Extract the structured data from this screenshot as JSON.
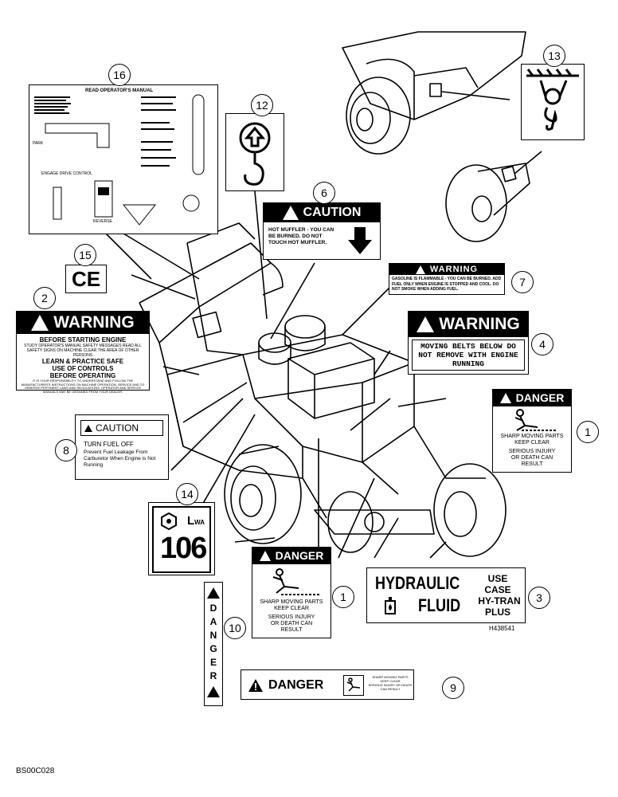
{
  "callouts": {
    "c1a": "1",
    "c1b": "1",
    "c2": "2",
    "c3": "3",
    "c4": "4",
    "c6": "6",
    "c7": "7",
    "c8": "8",
    "c9": "9",
    "c10": "10",
    "c12": "12",
    "c13": "13",
    "c14": "14",
    "c15": "15",
    "c16": "16"
  },
  "decal_16": {
    "title": "READ OPERATOR'S MANUAL",
    "park": "PARK",
    "reverse": "REVERSE",
    "drive_control": "ENGAGE DRIVE CONTROL"
  },
  "decal_6": {
    "header": "CAUTION",
    "text": "HOT MUFFLER - YOU CAN BE BURNED. DO NOT TOUCH HOT MUFFLER."
  },
  "decal_7": {
    "header": "WARNING",
    "text": "GASOLINE IS FLAMMABLE - YOU CAN BE BURNED. ADD FUEL ONLY WHEN ENGINE IS STOPPED AND COOL. DO NOT SMOKE WHEN ADDING FUEL."
  },
  "decal_2": {
    "header": "WARNING",
    "line1": "BEFORE STARTING ENGINE",
    "line2": "STUDY OPERATOR'S MANUAL SAFETY MESSAGES READ ALL SAFETY SIGNS ON MACHINE CLEAR THE AREA OF OTHER PERSONS",
    "line3": "LEARN & PRACTICE SAFE USE OF CONTROLS BEFORE OPERATING",
    "line4": "IT IS YOUR RESPONSIBILITY TO UNDERSTAND AND FOLLOW THE MANUFACTURER'S INSTRUCTIONS ON MACHINE OPERATION, SERVICE AND TO OBSERVE PERTINENT LAWS AND REGULATIONS. OPERATOR AND SERVICE MANUALS MAY BE OBTAINED FROM YOUR DEALER."
  },
  "decal_4": {
    "header": "WARNING",
    "text": "MOVING BELTS BELOW DO NOT REMOVE WITH ENGINE RUNNING"
  },
  "decal_1a": {
    "header": "DANGER",
    "line1": "SHARP MOVING PARTS",
    "line2": "KEEP CLEAR",
    "line3": "SERIOUS INJURY OR DEATH CAN RESULT"
  },
  "decal_8": {
    "header": "CAUTION",
    "line1": "TURN FUEL OFF",
    "line2": "Prevent Fuel Leakage From Carburetor When Engine is Not Running"
  },
  "decal_14": {
    "sub": "L",
    "subscript": "WA",
    "value": "106"
  },
  "decal_1b": {
    "header": "DANGER",
    "line1": "SHARP MOVING PARTS",
    "line2": "KEEP CLEAR",
    "line3": "SERIOUS INJURY OR DEATH CAN RESULT"
  },
  "decal_3": {
    "line1": "HYDRAULIC",
    "line2": "FLUID",
    "use": "USE",
    "case": "CASE",
    "hytran": "HY-TRAN",
    "plus": "PLUS",
    "part": "H438541"
  },
  "decal_10": {
    "letters": [
      "D",
      "A",
      "N",
      "G",
      "E",
      "R"
    ]
  },
  "decal_9": {
    "header": "DANGER",
    "line1": "SHARP MOVING PARTS",
    "line2": "KEEP CLEAR",
    "line3": "SERIOUS INJURY OR DEATH CAN RESULT"
  },
  "decal_15": {
    "mark": "CE"
  },
  "footer": {
    "code": "BS00C028"
  }
}
